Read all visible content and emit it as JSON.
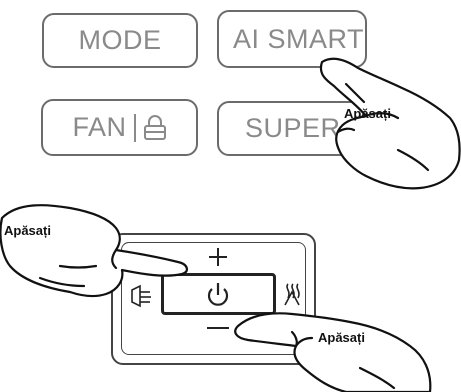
{
  "buttons": {
    "mode": "MODE",
    "ai_smart": "AI SMART",
    "fan": "FAN",
    "super": "SUPER"
  },
  "panel": {
    "plus": "+",
    "minus": "−"
  },
  "labels": {
    "press_1": "Apăsați",
    "press_2": "Apăsați",
    "press_3": "Apăsați"
  },
  "icons": {
    "lock": "lock-icon",
    "power": "power-icon",
    "left_mode": "fan-mode-icon",
    "right_mode": "heat-mode-icon",
    "hand": "pressing-hand-icon"
  }
}
